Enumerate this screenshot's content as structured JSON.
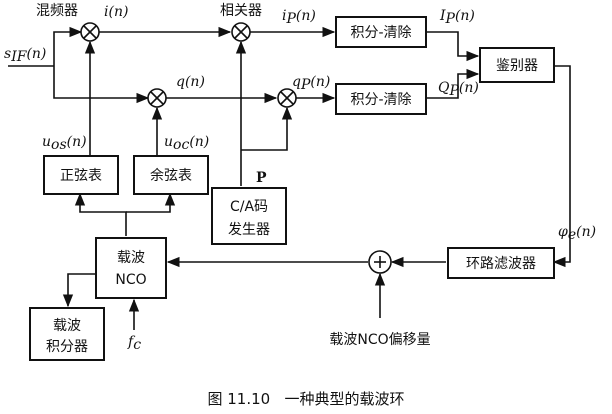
{
  "labels": {
    "mixer": "混频器",
    "correlator": "相关器",
    "s_if": "s",
    "s_if_sub": "IF",
    "s_if_tail": "(n)",
    "i_n": "i(n)",
    "q_n": "q(n)",
    "ip_n": "i",
    "ip_sub": "P",
    "ip_tail": "(n)",
    "qp_n": "q",
    "qp_sub": "P",
    "qp_tail": "(n)",
    "Ip_n": "I",
    "Ip_sub": "P",
    "Ip_tail": "(n)",
    "Qp_n": "Q",
    "Qp_sub": "P",
    "Qp_tail": "(n)",
    "uos": "u",
    "uos_sub": "os",
    "uos_tail": "(n)",
    "uoc": "u",
    "uoc_sub": "oc",
    "uoc_tail": "(n)",
    "P": "P",
    "phi": "φ",
    "phi_sub": "e",
    "phi_tail": "(n)",
    "fc": "f",
    "fc_sub": "c",
    "nco_offset": "载波NCO偏移量"
  },
  "blocks": {
    "integ1": "积分-清除",
    "integ2": "积分-清除",
    "discriminator": "鉴别器",
    "sine_table": "正弦表",
    "cosine_table": "余弦表",
    "ca_line1": "C/A码",
    "ca_line2": "发生器",
    "loop_filter": "环路滤波器",
    "nco_line1": "载波",
    "nco_line2": "NCO",
    "carrier_int_line1": "载波",
    "carrier_int_line2": "积分器"
  },
  "caption": "图 11.10   一种典型的载波环"
}
